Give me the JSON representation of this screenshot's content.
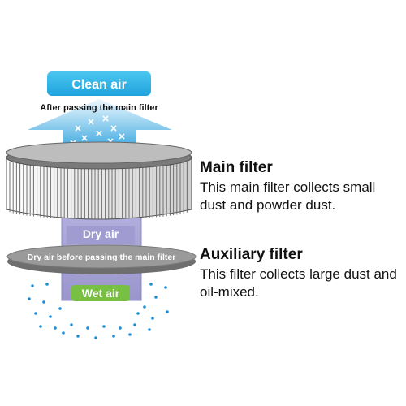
{
  "labels": {
    "clean_air": "Clean air",
    "after_main_filter": "After passing the main filter",
    "dry_air": "Dry air",
    "before_main_filter": "Dry air before passing the main filter",
    "wet_air": "Wet air"
  },
  "main_filter": {
    "title": "Main filter",
    "description": "This main filter collects small dust and powder dust."
  },
  "auxiliary_filter": {
    "title": "Auxiliary filter",
    "description": "This filter collects large dust and oil-mixed."
  },
  "colors": {
    "clean_air_badge": "#29b6e8",
    "arrow_light": "#d8eefb",
    "arrow_dark": "#3aa8e0",
    "air_column": "#a7a3d6",
    "wet_air_badge": "#78c043",
    "filter_gray": "#8c8c8c",
    "dots": "#1e8fd6"
  }
}
